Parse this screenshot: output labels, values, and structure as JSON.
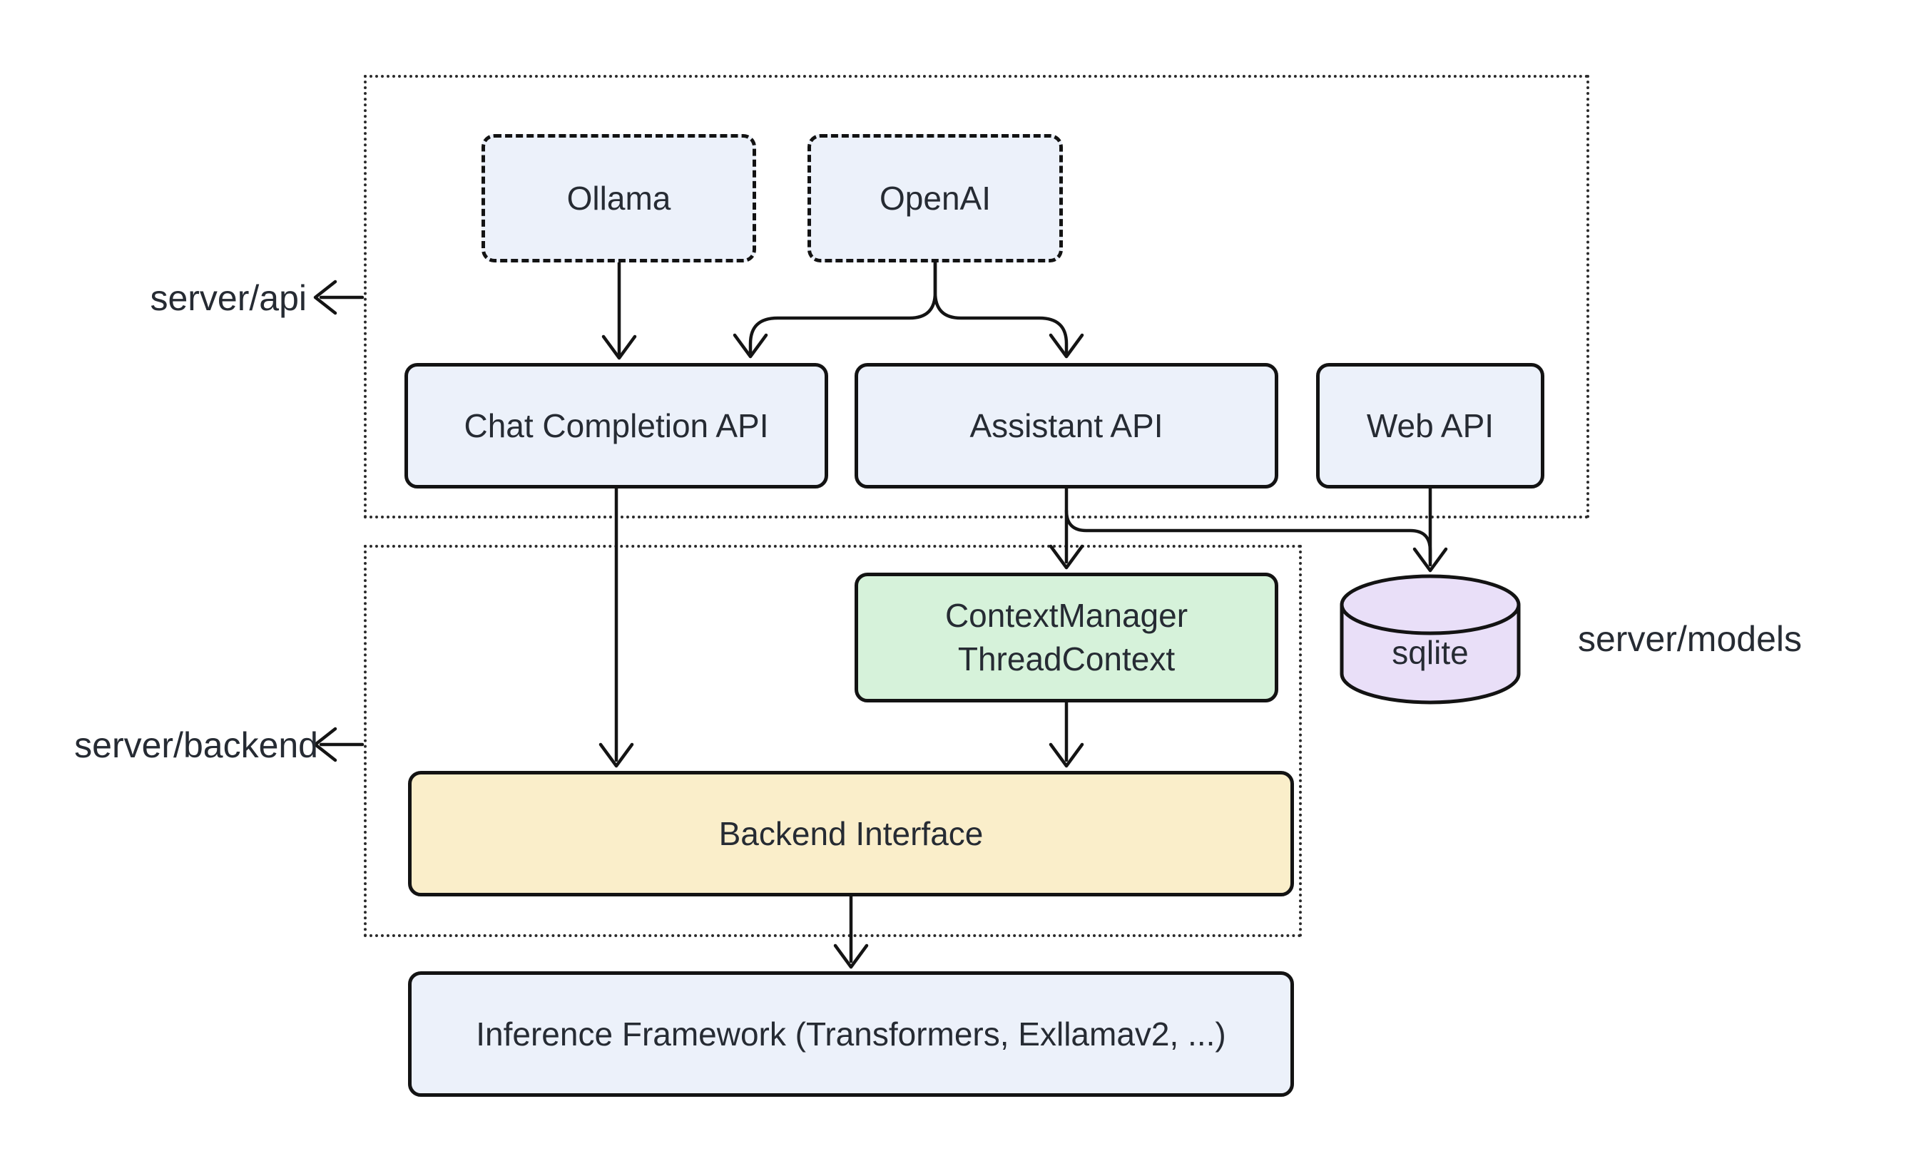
{
  "diagram": {
    "type": "architecture-flowchart",
    "background": "#ffffff",
    "containers": {
      "api": {
        "label": "server/api"
      },
      "backend": {
        "label": "server/backend"
      }
    },
    "side_labels": {
      "models": "server/models"
    },
    "nodes": {
      "ollama": {
        "label": "Ollama",
        "fill": "#ECF1FA",
        "border_style": "dashed"
      },
      "openai": {
        "label": "OpenAI",
        "fill": "#ECF1FA",
        "border_style": "dashed"
      },
      "chat_completion_api": {
        "label": "Chat Completion API",
        "fill": "#ECF1FA",
        "border_style": "solid"
      },
      "assistant_api": {
        "label": "Assistant API",
        "fill": "#ECF1FA",
        "border_style": "solid"
      },
      "web_api": {
        "label": "Web API",
        "fill": "#ECF1FA",
        "border_style": "solid"
      },
      "context_manager": {
        "label_line1": "ContextManager",
        "label_line2": "ThreadContext",
        "fill": "#D6F2DA",
        "border_style": "solid"
      },
      "sqlite": {
        "label": "sqlite",
        "fill": "#E9DFF8",
        "shape": "cylinder"
      },
      "backend_interface": {
        "label": "Backend Interface",
        "fill": "#FAEECA",
        "border_style": "solid"
      },
      "inference_framework": {
        "label": "Inference Framework (Transformers, Exllamav2, ...)",
        "fill": "#ECF1FA",
        "border_style": "solid"
      }
    },
    "edges": [
      {
        "from": "ollama",
        "to": "chat_completion_api"
      },
      {
        "from": "openai",
        "to": "chat_completion_api"
      },
      {
        "from": "openai",
        "to": "assistant_api"
      },
      {
        "from": "chat_completion_api",
        "to": "backend_interface"
      },
      {
        "from": "assistant_api",
        "to": "context_manager"
      },
      {
        "from": "assistant_api",
        "to": "sqlite"
      },
      {
        "from": "web_api",
        "to": "sqlite"
      },
      {
        "from": "context_manager",
        "to": "backend_interface"
      },
      {
        "from": "backend_interface",
        "to": "inference_framework"
      }
    ],
    "colors": {
      "node_blue": "#ECF1FA",
      "node_green": "#D6F2DA",
      "node_yellow": "#FAEECA",
      "node_purple": "#E9DFF8",
      "stroke": "#141414",
      "container_border": "#2b2b2b",
      "text": "#262b33"
    }
  }
}
